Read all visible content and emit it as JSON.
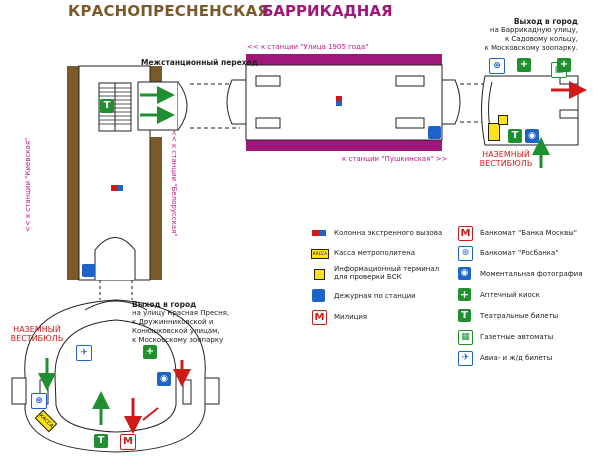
{
  "stations": {
    "left": "КРАСНОПРЕСНЕНСКАЯ",
    "right": "БАРРИКАДНАЯ"
  },
  "transfer": "Межстанционный переход",
  "directions": {
    "ulitsa1905": "<< к станции \"Улица 1905 года\"",
    "pushkinskaya": "к станции \"Пушкинская\" >>",
    "kievskaya": "<< к станции \"Киевская\"",
    "belorusskaya": "<< к станции \"Белорусская\""
  },
  "exits": {
    "top_right": {
      "title": "Выход в город",
      "lines": [
        "на Баррикадную улицу,",
        "к Садовому кольцу,",
        "к Московскому зоопарку."
      ]
    },
    "bottom": {
      "title": "Выход в город",
      "lines": [
        "на улицу Красная Пресня,",
        "к Дружинниковской и",
        "Конюшковской улицам,",
        "к Московскому зоопарку"
      ]
    }
  },
  "vestibule_label_top": [
    "НАЗЕМНЫЙ",
    "ВЕСТИБЮЛЬ"
  ],
  "vestibule_label_bottom": [
    "НАЗЕМНЫЙ",
    "ВЕСТИБЮЛЬ"
  ],
  "legend": {
    "left": [
      {
        "icon": "emergency-call-icon",
        "label": "Колонна экстренного вызова"
      },
      {
        "icon": "ticket-office-icon",
        "label": "Касса метрополитена"
      },
      {
        "icon": "info-terminal-icon",
        "label": "Информационный терминал для проверки БСК"
      },
      {
        "icon": "duty-officer-icon",
        "label": "Дежурная по станции"
      },
      {
        "icon": "police-icon",
        "label": "Милиция"
      }
    ],
    "right": [
      {
        "icon": "bank-moscow-atm-icon",
        "label": "Банкомат \"Банка Москвы\""
      },
      {
        "icon": "rosbank-atm-icon",
        "label": "Банкомат \"Росбанка\""
      },
      {
        "icon": "photo-booth-icon",
        "label": "Моментальная фотография"
      },
      {
        "icon": "pharmacy-icon",
        "label": "Аптечный киоск"
      },
      {
        "icon": "theatre-tickets-icon",
        "label": "Театральные билеты"
      },
      {
        "icon": "newspaper-vending-icon",
        "label": "Газетные автоматы"
      },
      {
        "icon": "air-rail-tickets-icon",
        "label": "Авиа- и ж/д билеты"
      }
    ]
  },
  "icon_letters": {
    "theatre": "Т",
    "police": "М",
    "bank": "М",
    "kassa": "КАССА"
  },
  "colors": {
    "left_line": "#7b5a2a",
    "right_line": "#a0167a",
    "exit_arrow": "#d01a1a",
    "entry_arrow": "#1f8f2f",
    "duty": "#1e63c8",
    "green_icon": "#1f8f2f",
    "blue_icon": "#1e63c8"
  }
}
